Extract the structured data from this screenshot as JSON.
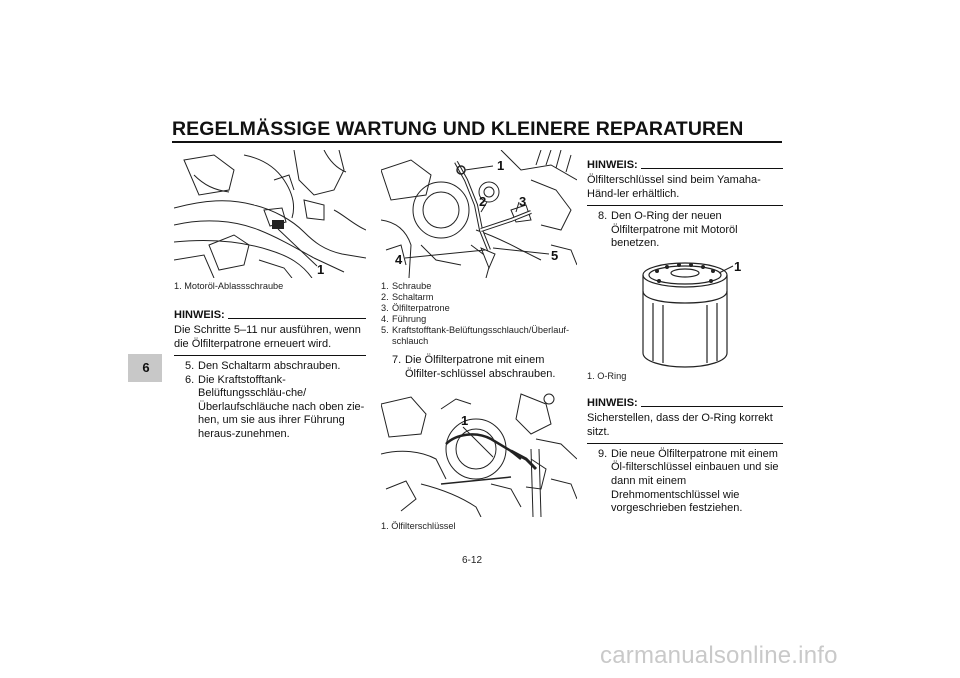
{
  "header": {
    "title": "REGELMÄSSIGE WARTUNG UND KLEINERE REPARATUREN"
  },
  "chapter_tab": "6",
  "column1": {
    "figure_callout": "1",
    "caption": "1. Motoröl-Ablassschraube",
    "note_heading": "HINWEIS:",
    "note_text": "Die Schritte 5–11 nur ausführen, wenn die Ölfilterpatrone erneuert wird.",
    "steps": [
      {
        "num": "5.",
        "text": "Den Schaltarm abschrauben."
      },
      {
        "num": "6.",
        "text": "Die Kraftstofftank-Belüftungsschläu-che/Überlaufschläuche nach oben zie-hen, um sie aus ihrer Führung heraus-zunehmen."
      }
    ]
  },
  "column2": {
    "figure_callouts": [
      "1",
      "2",
      "3",
      "4",
      "5"
    ],
    "captions": [
      {
        "num": "1.",
        "text": "Schraube"
      },
      {
        "num": "2.",
        "text": "Schaltarm"
      },
      {
        "num": "3.",
        "text": "Ölfilterpatrone"
      },
      {
        "num": "4.",
        "text": "Führung"
      },
      {
        "num": "5.",
        "text": "Kraftstofftank-Belüftungsschlauch/Überlauf-schlauch"
      }
    ],
    "step": {
      "num": "7.",
      "text": "Die Ölfilterpatrone mit einem Ölfilter-schlüssel abschrauben."
    },
    "figure2_callout": "1",
    "caption2": "1. Ölfilterschlüssel"
  },
  "column3": {
    "note1_heading": "HINWEIS:",
    "note1_text": "Ölfilterschlüssel sind beim Yamaha-Händ-ler erhältlich.",
    "step8": {
      "num": "8.",
      "text": "Den O-Ring der neuen Ölfilterpatrone mit Motoröl benetzen."
    },
    "figure_callout": "1",
    "caption": "1. O-Ring",
    "note2_heading": "HINWEIS:",
    "note2_text": "Sicherstellen, dass der O-Ring korrekt sitzt.",
    "step9": {
      "num": "9.",
      "text": "Die neue Ölfilterpatrone mit einem Öl-filterschlüssel einbauen und sie dann mit einem Drehmomentschlüssel wie vorgeschrieben festziehen."
    }
  },
  "footer": {
    "page_number": "6-12",
    "watermark": "carmanualsonline.info"
  }
}
